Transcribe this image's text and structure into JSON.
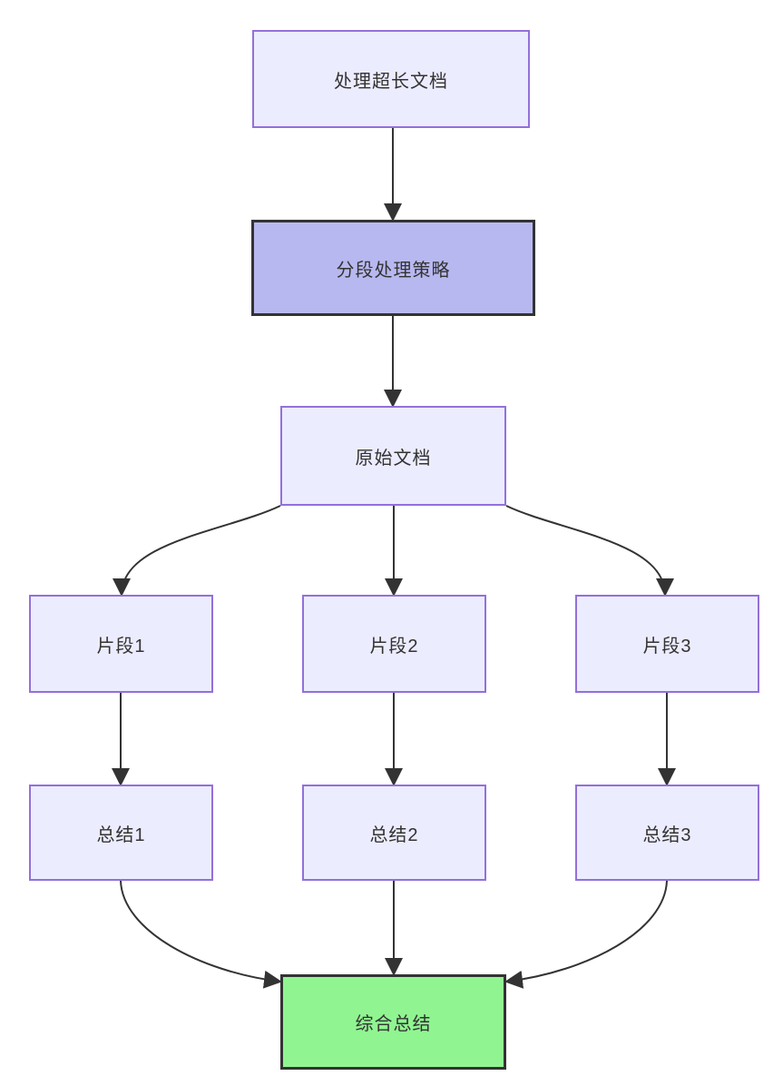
{
  "diagram": {
    "type": "flowchart",
    "direction": "top-down",
    "nodes": [
      {
        "label": "处理超长文档",
        "style": "default"
      },
      {
        "label": "分段处理策略",
        "style": "emphasis-purple"
      },
      {
        "label": "原始文档",
        "style": "default"
      },
      {
        "label": "片段1",
        "style": "default"
      },
      {
        "label": "片段2",
        "style": "default"
      },
      {
        "label": "片段3",
        "style": "default"
      },
      {
        "label": "总结1",
        "style": "default"
      },
      {
        "label": "总结2",
        "style": "default"
      },
      {
        "label": "总结3",
        "style": "default"
      },
      {
        "label": "综合总结",
        "style": "emphasis-green"
      }
    ],
    "edges": [
      {
        "from": "处理超长文档",
        "to": "分段处理策略"
      },
      {
        "from": "分段处理策略",
        "to": "原始文档"
      },
      {
        "from": "原始文档",
        "to": "片段1"
      },
      {
        "from": "原始文档",
        "to": "片段2"
      },
      {
        "from": "原始文档",
        "to": "片段3"
      },
      {
        "from": "片段1",
        "to": "总结1"
      },
      {
        "from": "片段2",
        "to": "总结2"
      },
      {
        "from": "片段3",
        "to": "总结3"
      },
      {
        "from": "总结1",
        "to": "综合总结"
      },
      {
        "from": "总结2",
        "to": "综合总结"
      },
      {
        "from": "总结3",
        "to": "综合总结"
      }
    ],
    "colors": {
      "background": "#ffffff",
      "node_fill": "#ececff",
      "node_border": "#9370db",
      "emphasis_purple_fill": "#b8b8f0",
      "emphasis_green_fill": "#90f591",
      "emphasis_border": "#333333",
      "arrow": "#333333",
      "text": "#333333"
    }
  }
}
